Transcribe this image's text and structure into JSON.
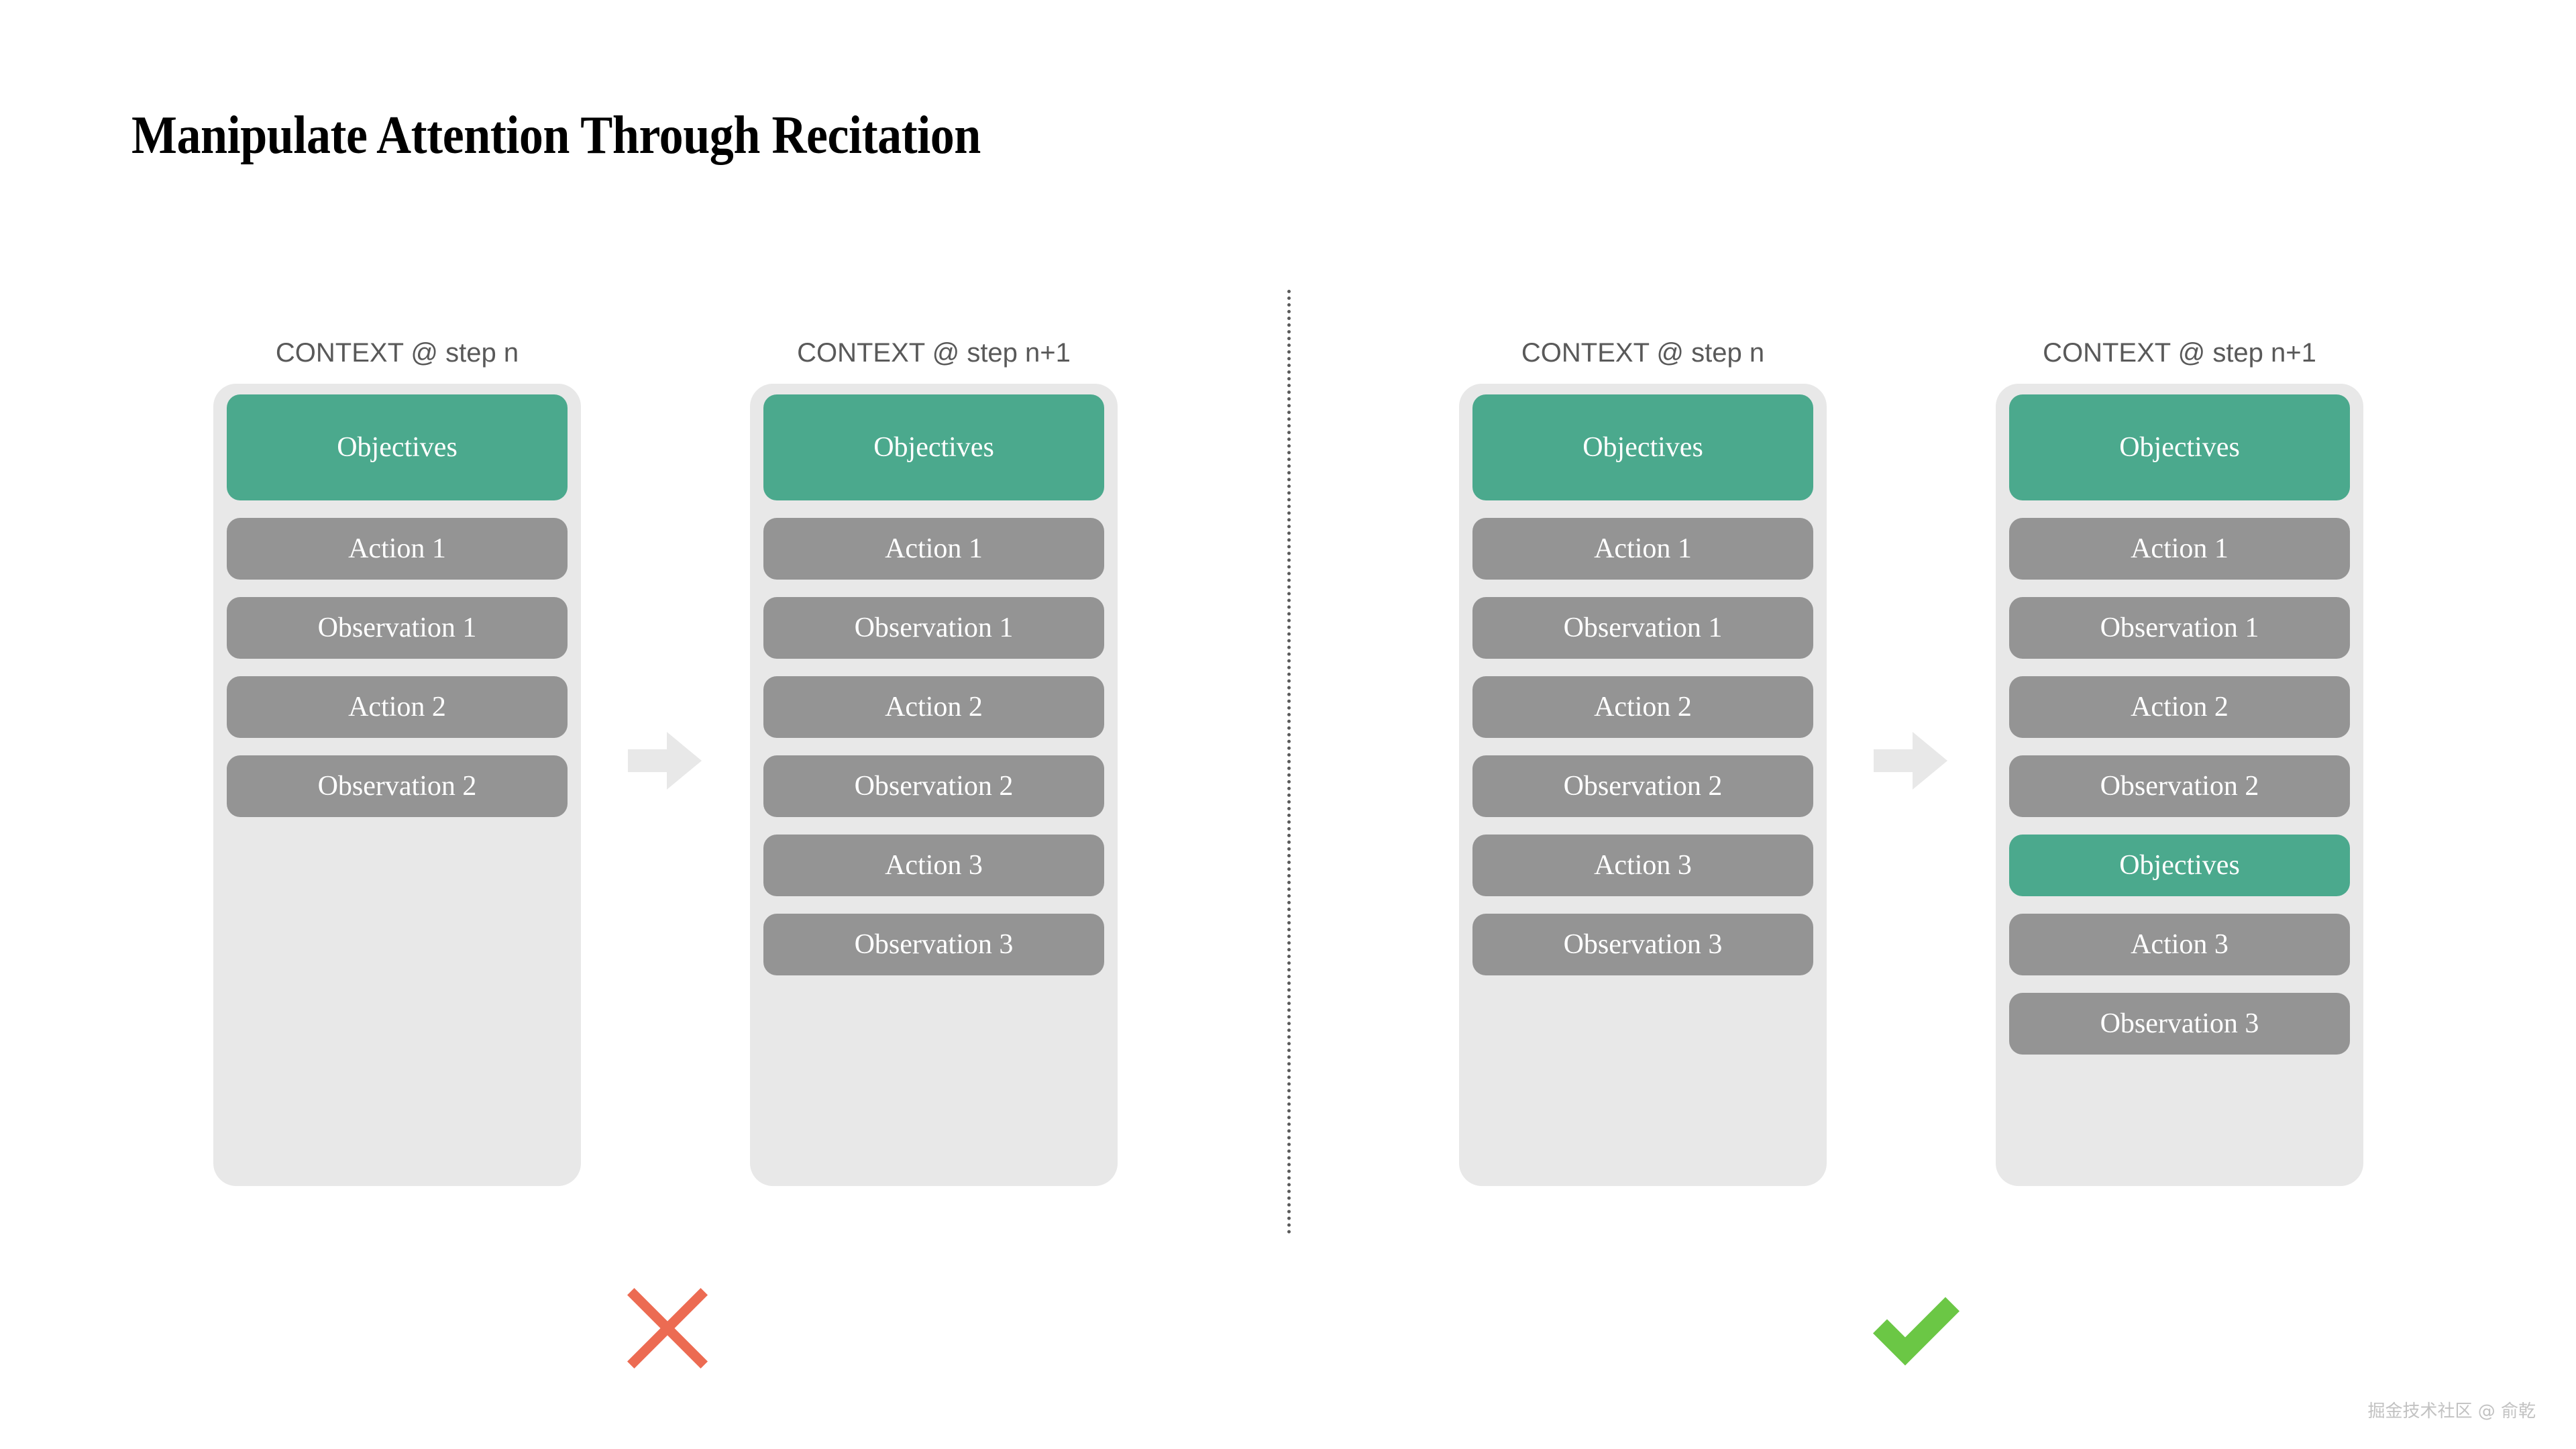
{
  "title": "Manipulate Attention Through Recitation",
  "colors": {
    "objective_green": "#4ba98d",
    "block_gray": "#949494",
    "panel_bg": "#e8e8e8",
    "arrow_gray": "#e8e8e8",
    "divider_gray": "#5a5a5a",
    "cross_red": "#ec6b52",
    "check_green": "#6bc745",
    "header_text": "#595959",
    "watermark_text": "#c2c2c2"
  },
  "panels": [
    {
      "id": "left-step-n",
      "header": "CONTEXT @ step n",
      "blocks": [
        {
          "label": "Objectives",
          "kind": "green",
          "size": "tall"
        },
        {
          "label": "Action 1",
          "kind": "gray",
          "size": "normal"
        },
        {
          "label": "Observation 1",
          "kind": "gray",
          "size": "normal"
        },
        {
          "label": "Action 2",
          "kind": "gray",
          "size": "normal"
        },
        {
          "label": "Observation 2",
          "kind": "gray",
          "size": "normal"
        }
      ]
    },
    {
      "id": "left-step-n1",
      "header": "CONTEXT @ step n+1",
      "blocks": [
        {
          "label": "Objectives",
          "kind": "green",
          "size": "tall"
        },
        {
          "label": "Action 1",
          "kind": "gray",
          "size": "normal"
        },
        {
          "label": "Observation 1",
          "kind": "gray",
          "size": "normal"
        },
        {
          "label": "Action 2",
          "kind": "gray",
          "size": "normal"
        },
        {
          "label": "Observation 2",
          "kind": "gray",
          "size": "normal"
        },
        {
          "label": "Action 3",
          "kind": "gray",
          "size": "normal"
        },
        {
          "label": "Observation 3",
          "kind": "gray",
          "size": "normal"
        }
      ]
    },
    {
      "id": "right-step-n",
      "header": "CONTEXT @ step n",
      "blocks": [
        {
          "label": "Objectives",
          "kind": "green",
          "size": "tall"
        },
        {
          "label": "Action 1",
          "kind": "gray",
          "size": "normal"
        },
        {
          "label": "Observation 1",
          "kind": "gray",
          "size": "normal"
        },
        {
          "label": "Action 2",
          "kind": "gray",
          "size": "normal"
        },
        {
          "label": "Observation 2",
          "kind": "gray",
          "size": "normal"
        },
        {
          "label": "Action 3",
          "kind": "gray",
          "size": "normal"
        },
        {
          "label": "Observation 3",
          "kind": "gray",
          "size": "normal"
        }
      ]
    },
    {
      "id": "right-step-n1",
      "header": "CONTEXT @ step n+1",
      "blocks": [
        {
          "label": "Objectives",
          "kind": "green",
          "size": "tall"
        },
        {
          "label": "Action 1",
          "kind": "gray",
          "size": "normal"
        },
        {
          "label": "Observation 1",
          "kind": "gray",
          "size": "normal"
        },
        {
          "label": "Action 2",
          "kind": "gray",
          "size": "normal"
        },
        {
          "label": "Observation 2",
          "kind": "gray",
          "size": "normal"
        },
        {
          "label": "Objectives",
          "kind": "green",
          "size": "normal"
        },
        {
          "label": "Action 3",
          "kind": "gray",
          "size": "normal"
        },
        {
          "label": "Observation 3",
          "kind": "gray",
          "size": "normal"
        }
      ]
    }
  ],
  "arrows": [
    {
      "id": "arrow-left",
      "icon": "right-arrow-icon"
    },
    {
      "id": "arrow-right",
      "icon": "right-arrow-icon"
    }
  ],
  "verdicts": [
    {
      "id": "verdict-left",
      "icon": "cross-icon",
      "meaning": "incorrect"
    },
    {
      "id": "verdict-right",
      "icon": "check-icon",
      "meaning": "correct"
    }
  ],
  "divider": {
    "style": "vertical-dotted"
  },
  "watermark": "掘金技术社区 @ 俞乾"
}
